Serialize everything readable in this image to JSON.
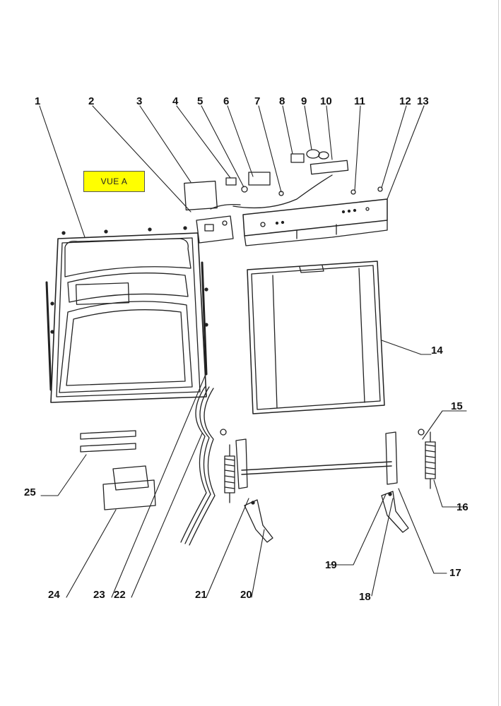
{
  "view_label": "VUE A",
  "callouts": [
    "1",
    "2",
    "3",
    "4",
    "5",
    "6",
    "7",
    "8",
    "9",
    "10",
    "11",
    "12",
    "13",
    "14",
    "15",
    "16",
    "17",
    "18",
    "19",
    "20",
    "21",
    "22",
    "23",
    "24",
    "25"
  ]
}
